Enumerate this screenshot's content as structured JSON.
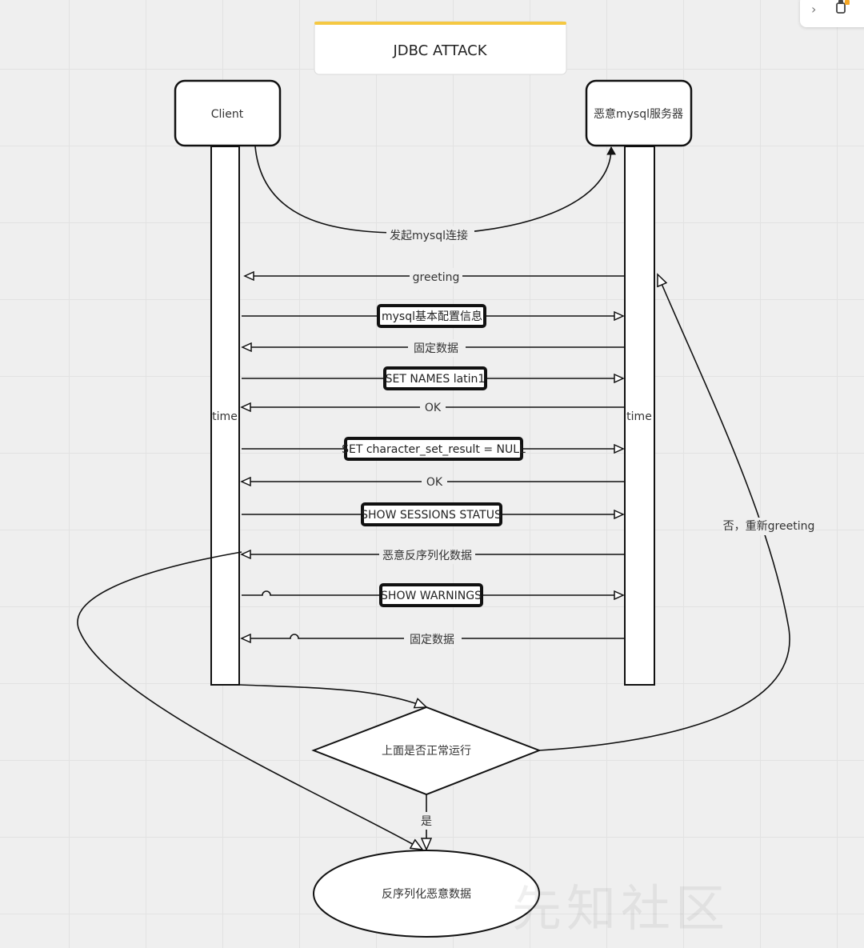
{
  "diagram": {
    "title": "JDBC ATTACK",
    "actors": {
      "client": "Client",
      "server": "恶意mysql服务器"
    },
    "lifeline_label": "time",
    "messages": [
      {
        "label": "发起mysql连接",
        "direction": "to_server",
        "boxed": false
      },
      {
        "label": "greeting",
        "direction": "to_client",
        "boxed": false
      },
      {
        "label": "mysql基本配置信息",
        "direction": "to_server",
        "boxed": true
      },
      {
        "label": "固定数据",
        "direction": "to_client",
        "boxed": false
      },
      {
        "label": "SET NAMES latin1",
        "direction": "to_server",
        "boxed": true
      },
      {
        "label": "OK",
        "direction": "to_client",
        "boxed": false
      },
      {
        "label": "SET character_set_result = NULL",
        "direction": "to_server",
        "boxed": true
      },
      {
        "label": "OK",
        "direction": "to_client",
        "boxed": false
      },
      {
        "label": "SHOW SESSIONS STATUS",
        "direction": "to_server",
        "boxed": true
      },
      {
        "label": "恶意反序列化数据",
        "direction": "to_client",
        "boxed": false
      },
      {
        "label": "SHOW WARNINGS",
        "direction": "to_server",
        "boxed": true
      },
      {
        "label": "固定数据",
        "direction": "to_client",
        "boxed": false
      }
    ],
    "decision": "上面是否正常运行",
    "yes_label": "是",
    "no_label": "否，重新greeting",
    "end_node": "反序列化恶意数据"
  },
  "watermark": "先知社区",
  "colors": {
    "title_accent": "#f5c842",
    "stroke": "#111111",
    "background": "#efefef"
  },
  "toolbar": {
    "chevron_icon": "chevron-right-icon",
    "app_icon": "plugin-icon"
  }
}
